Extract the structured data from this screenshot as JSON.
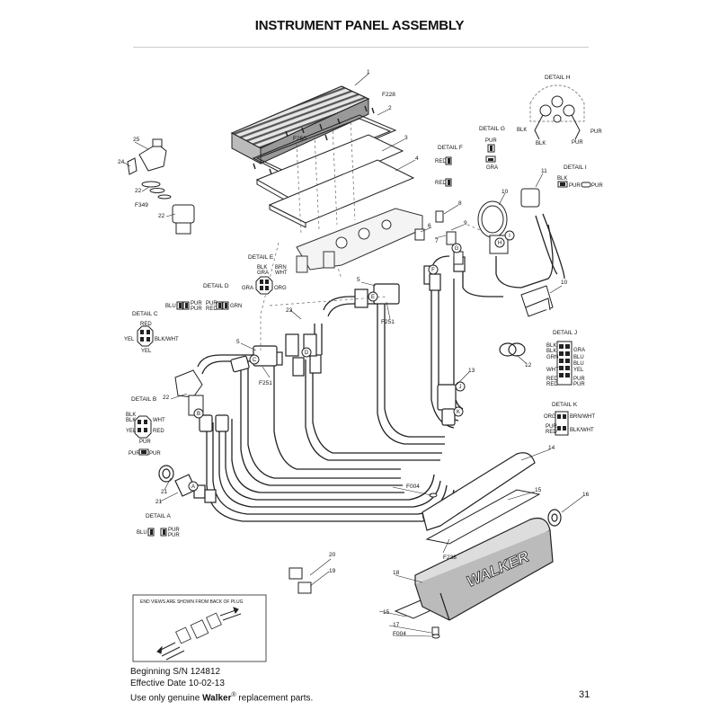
{
  "title": "INSTRUMENT PANEL ASSEMBLY",
  "details": {
    "a": {
      "title": "DETAIL A",
      "w1": "BLU",
      "w2": "PUR",
      "w3": "PUR"
    },
    "b": {
      "title": "DETAIL B",
      "w1": "BLK",
      "w2": "BLK",
      "w3": "WHT",
      "w4": "YEL",
      "w5": "RED",
      "w6": "PUR",
      "w7": "PUR",
      "w8": "PUR"
    },
    "c": {
      "title": "DETAIL C",
      "w1": "RED",
      "w2": "YEL",
      "w3": "BLK/WHT",
      "w4": "YEL"
    },
    "d": {
      "title": "DETAIL D",
      "w1": "BLU",
      "w2": "PUR",
      "w3": "PUR",
      "w4": "PUR",
      "w5": "RED",
      "w6": "GRN"
    },
    "e": {
      "title": "DETAIL E",
      "w1": "BLK",
      "w2": "GRA",
      "w3": "BRN",
      "w4": "WHT",
      "w5": "GRA",
      "w6": "ORG"
    },
    "f": {
      "title": "DETAIL F",
      "w1": "RED",
      "w2": "RED"
    },
    "g": {
      "title": "DETAIL G",
      "w1": "PUR",
      "w2": "GRA"
    },
    "h": {
      "title": "DETAIL H",
      "w1": "BLK",
      "w2": "BLK",
      "w3": "PUR",
      "w4": "PUR"
    },
    "i": {
      "title": "DETAIL I",
      "w1": "BLK",
      "w2": "PUR",
      "w3": "PUR"
    },
    "j": {
      "title": "DETAIL J",
      "w1": "BLK",
      "w2": "GRA",
      "w3": "BLK",
      "w4": "BLU",
      "w5": "GRN",
      "w6": "BLU",
      "w7": "WHT",
      "w8": "YEL",
      "w9": "RED",
      "w10": "PUR",
      "w11": "RED",
      "w12": "PUR"
    },
    "k": {
      "title": "DETAIL K",
      "w1": "ORG",
      "w2": "BRN/WHT",
      "w3": "PUR",
      "w4": "RED",
      "w5": "BLK/WHT"
    }
  },
  "callouts": {
    "n1": "1",
    "n2": "2",
    "n3": "3",
    "n4": "4",
    "n5a": "5",
    "n5b": "5",
    "n6": "6",
    "n7": "7",
    "n8": "8",
    "n9": "9",
    "n10a": "10",
    "n10b": "10",
    "n11": "11",
    "n12": "12",
    "n13": "13",
    "n14": "14",
    "n15a": "15",
    "n15b": "15",
    "n16": "16",
    "n17": "17",
    "n18": "18",
    "n19": "19",
    "n20": "20",
    "n21a": "21",
    "n21b": "21",
    "n22a": "22",
    "n22b": "22",
    "n22c": "22",
    "n23": "23",
    "n24": "24",
    "n25": "25",
    "f228": "F228",
    "f250": "F250",
    "f251a": "F251",
    "f251b": "F251",
    "f349": "F349",
    "f004a": "F004",
    "f004b": "F004",
    "f238": "F238"
  },
  "letters": {
    "a": "A",
    "b": "B",
    "c": "C",
    "d": "D",
    "e": "E",
    "f": "F",
    "g": "G",
    "h": "H",
    "i": "I",
    "j": "J",
    "k": "K"
  },
  "brand_text": "WALKER",
  "inset_text": "END VIEWS ARE SHOWN FROM BACK OF PLUG",
  "footer": {
    "line1": "Beginning S/N 124812",
    "line2": "Effective Date 10-02-13",
    "line3_pre": "Use only genuine ",
    "line3_brand": "Walker",
    "line3_reg": "®",
    "line3_post": " replacement parts."
  },
  "page_number": "31"
}
